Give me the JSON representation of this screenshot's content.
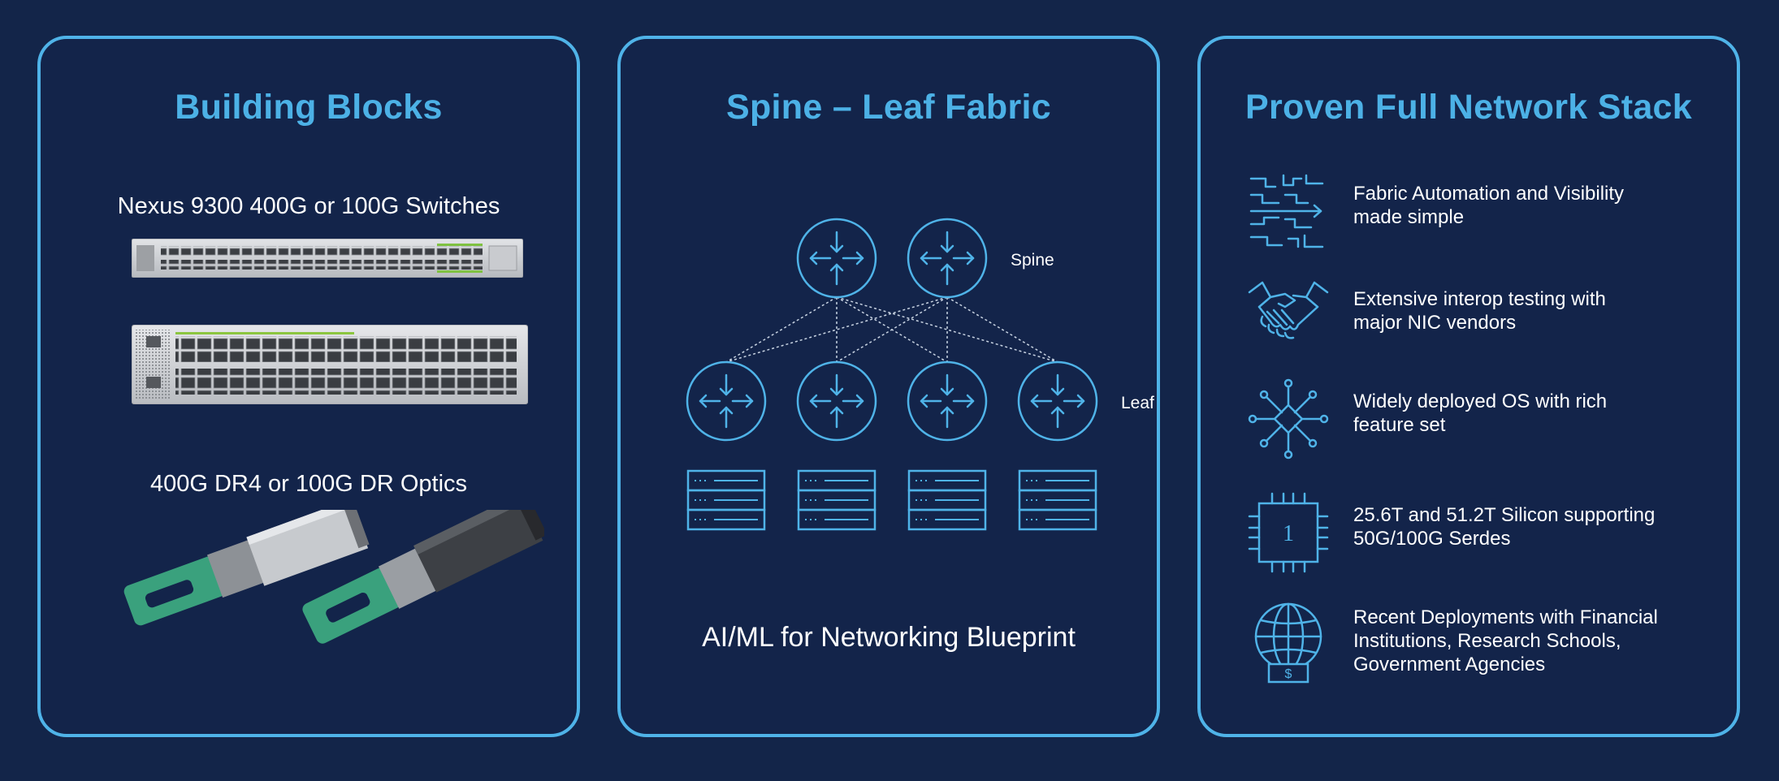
{
  "panels": {
    "building_blocks": {
      "title": "Building Blocks",
      "switches_caption": "Nexus 9300 400G or 100G Switches",
      "optics_caption": "400G DR4 or 100G DR Optics"
    },
    "spine_leaf": {
      "title": "Spine – Leaf Fabric",
      "spine_label": "Spine",
      "leaf_label": "Leaf",
      "blueprint_caption": "AI/ML for Networking Blueprint"
    },
    "network_stack": {
      "title": "Proven Full Network Stack",
      "features": [
        {
          "icon": "circuit-arrows-icon",
          "text_line1": "Fabric Automation and Visibility",
          "text_line2": "made simple",
          "text_line3": ""
        },
        {
          "icon": "handshake-icon",
          "text_line1": "Extensive interop testing with",
          "text_line2": "major NIC vendors",
          "text_line3": ""
        },
        {
          "icon": "network-hub-icon",
          "text_line1": "Widely deployed OS with rich",
          "text_line2": "feature set",
          "text_line3": ""
        },
        {
          "icon": "chip-icon",
          "chip_digit": "1",
          "text_line1": "25.6T and 51.2T Silicon supporting",
          "text_line2": "50G/100G Serdes",
          "text_line3": ""
        },
        {
          "icon": "globe-money-icon",
          "text_line1": "Recent Deployments with Financial",
          "text_line2": "Institutions, Research Schools,",
          "text_line3": "Government Agencies"
        }
      ]
    }
  },
  "colors": {
    "background": "#132549",
    "accent": "#4fb3e8",
    "text": "#ffffff"
  }
}
